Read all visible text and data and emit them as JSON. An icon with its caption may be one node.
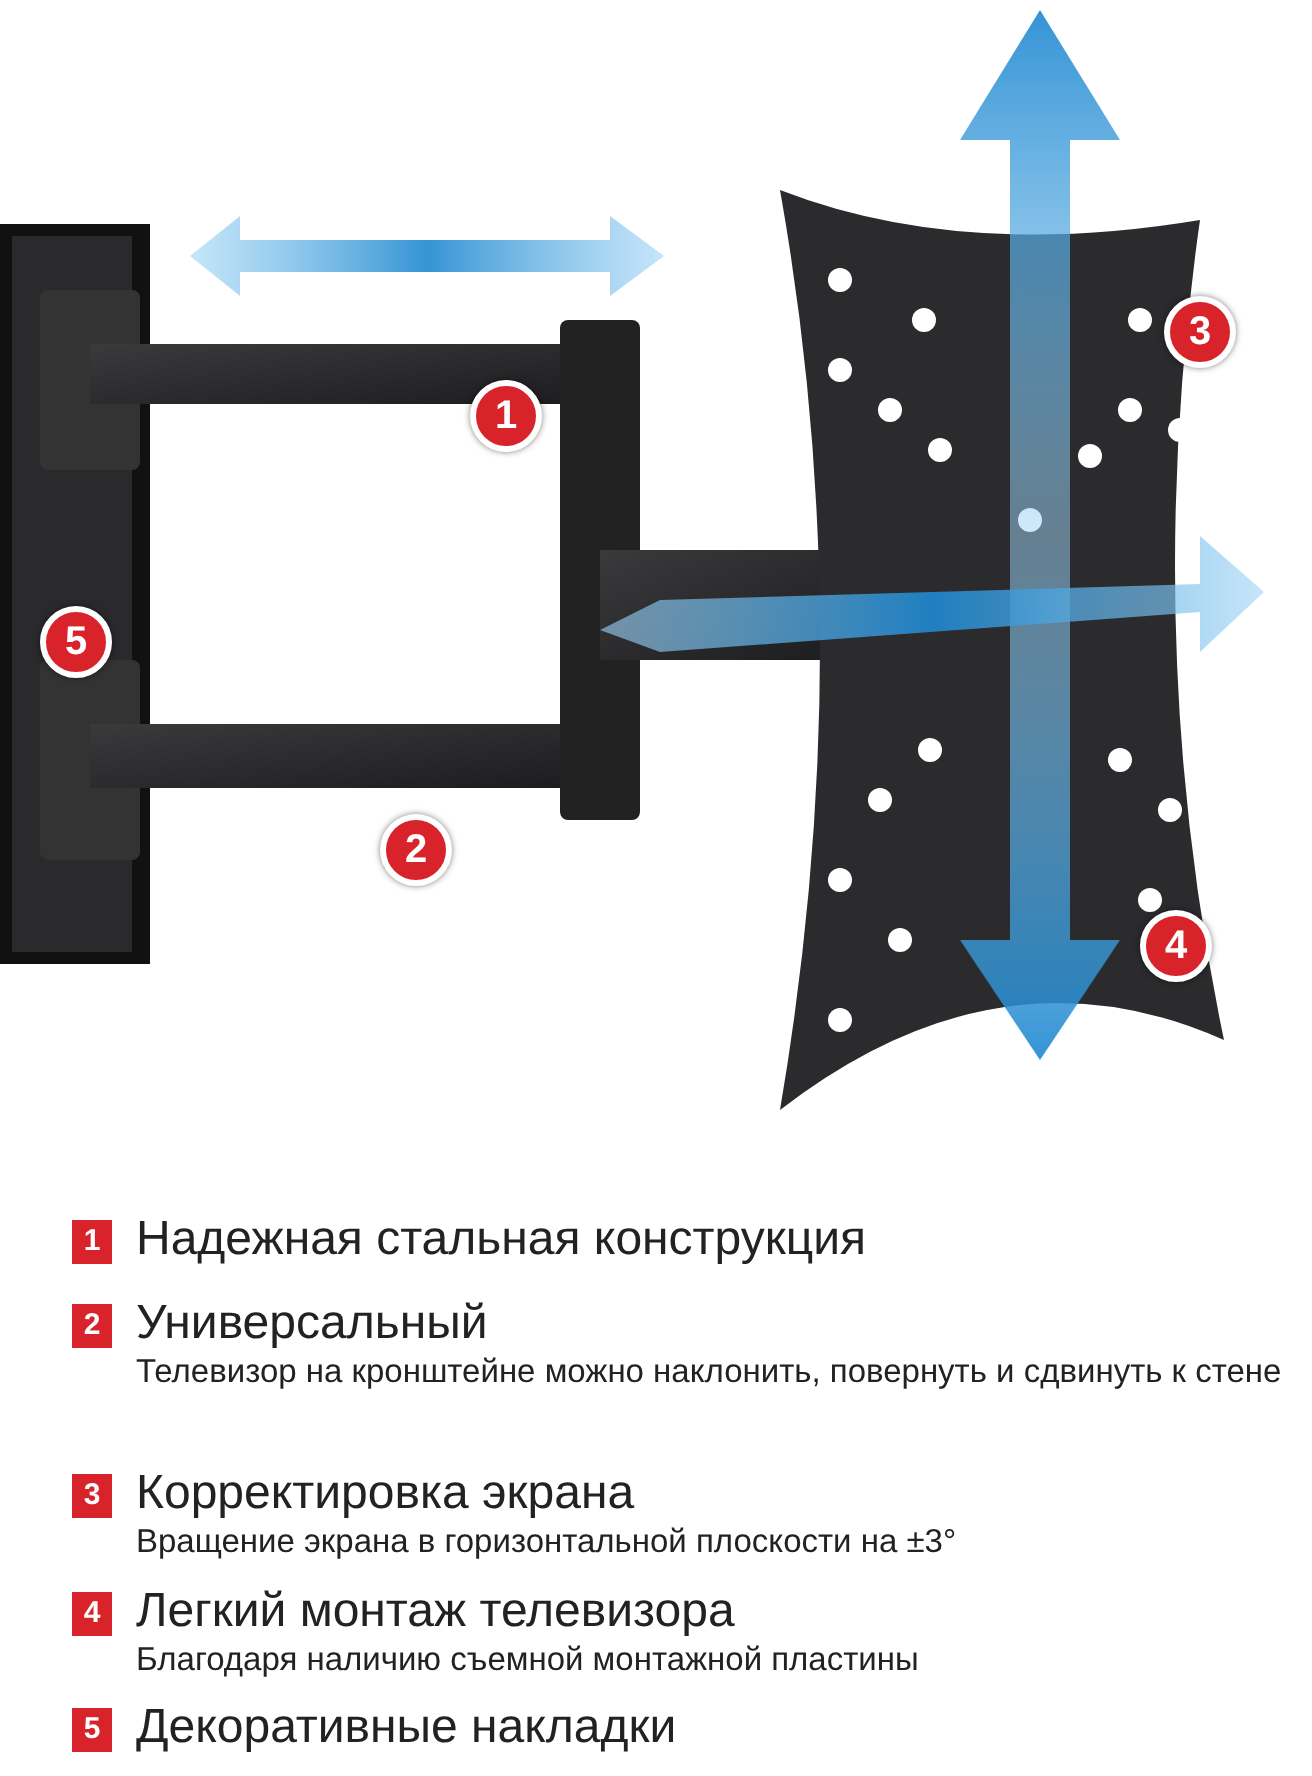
{
  "diagram": {
    "labels": [
      "3",
      "1",
      "5",
      "2",
      "4",
      "1",
      "Надежная стальная конструкция",
      "2",
      "Универсальный",
      "Телевизор на кронштейне можно наклонить, повернуть и сдвинуть к стене",
      "3",
      "Корректировка экрана",
      "Вращение экрана в горизонтальной плоскости на ±3°",
      "4",
      "Легкий монтаж телевизора",
      "Благодаря наличию съемной монтажной пластины",
      "5",
      "Декоративные накладки"
    ]
  }
}
